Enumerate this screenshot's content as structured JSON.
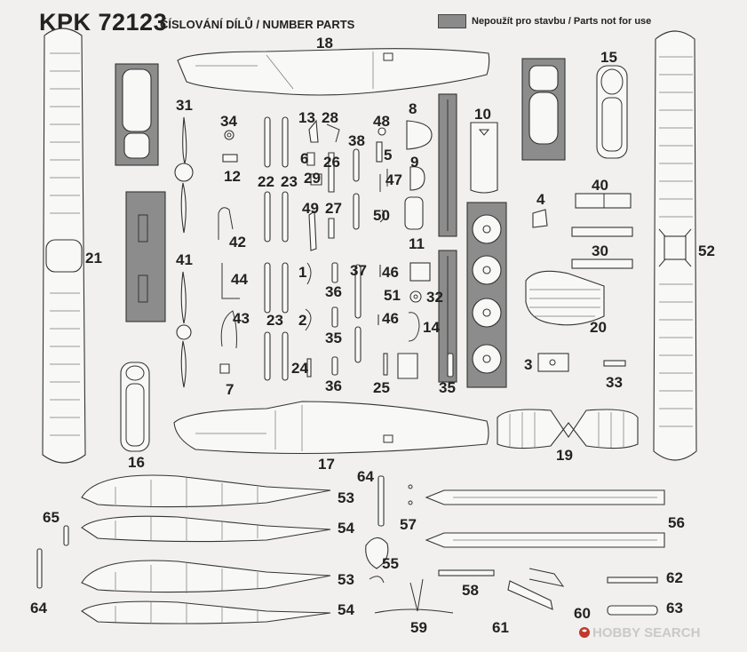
{
  "header": {
    "kit": "KPK 72123",
    "subtitle": "ČÍSLOVÁNÍ DÍLŮ / NUMBER PARTS",
    "legend": "Nepoužít pro stavbu / Parts not for use"
  },
  "colors": {
    "unused_parts": "#8c8c8c",
    "parts": "#f8f8f6",
    "ink": "#222222"
  },
  "brand": {
    "name": "HOBBY SEARCH",
    "icon": "hobbysearch-logo-icon"
  },
  "labels": {
    "p1": "1",
    "p2": "2",
    "p3": "3",
    "p4": "4",
    "p5": "5",
    "p6": "6",
    "p7": "7",
    "p8": "8",
    "p9": "9",
    "p10": "10",
    "p11": "11",
    "p12": "12",
    "p13": "13",
    "p14": "14",
    "p15": "15",
    "p16": "16",
    "p17": "17",
    "p18": "18",
    "p19": "19",
    "p20": "20",
    "p21": "21",
    "p22": "22",
    "p23": "23",
    "p24": "24",
    "p25": "25",
    "p26": "26",
    "p27": "27",
    "p28": "28",
    "p29": "29",
    "p30": "30",
    "p31": "31",
    "p32": "32",
    "p33": "33",
    "p34": "34",
    "p35": "35",
    "p36": "36",
    "p37": "37",
    "p38": "38",
    "p40": "40",
    "p41": "41",
    "p42": "42",
    "p43": "43",
    "p44": "44",
    "p46": "46",
    "p47": "47",
    "p48": "48",
    "p49": "49",
    "p50": "50",
    "p51": "51",
    "p52": "52",
    "p53": "53",
    "p54": "54",
    "p55": "55",
    "p56": "56",
    "p57": "57",
    "p58": "58",
    "p59": "59",
    "p60": "60",
    "p61": "61",
    "p62": "62",
    "p63": "63",
    "p64": "64",
    "p65": "65"
  }
}
